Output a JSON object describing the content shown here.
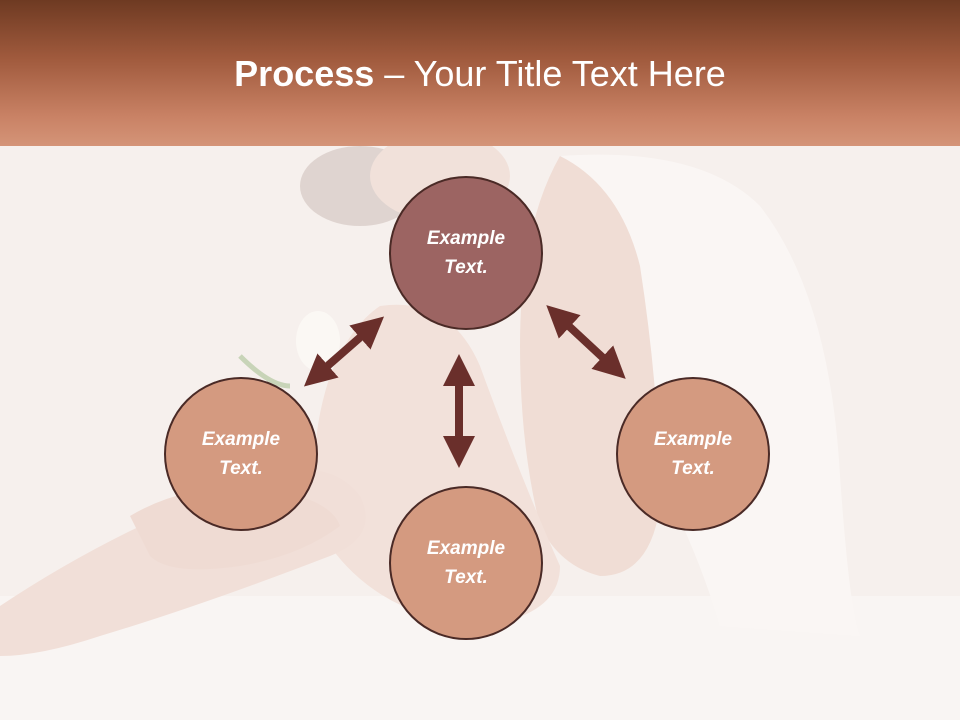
{
  "slide": {
    "title_bold": "Process",
    "title_rest": " – Your Title Text Here"
  },
  "colors": {
    "header_dark": "#6e3a22",
    "header_light": "#d49478",
    "center_node": "#9c6462",
    "outer_node": "#d49a80",
    "node_border": "#4a2a26",
    "arrow": "#6a2f2b"
  },
  "diagram": {
    "center": {
      "line1": "Example",
      "line2": "Text."
    },
    "left": {
      "line1": "Example",
      "line2": "Text."
    },
    "right": {
      "line1": "Example",
      "line2": "Text."
    },
    "bottom": {
      "line1": "Example",
      "line2": "Text."
    }
  }
}
